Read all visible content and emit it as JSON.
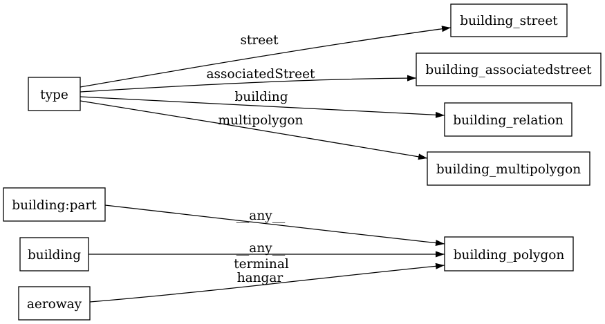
{
  "diagram": {
    "kind": "directed-graph",
    "background_color": "#ffffff",
    "node_fill_color": "#ffffff",
    "node_border_color": "#000000",
    "edge_color": "#000000",
    "text_color": "#000000",
    "nodes": [
      {
        "id": "type",
        "label": "type"
      },
      {
        "id": "building_street",
        "label": "building_street"
      },
      {
        "id": "building_associatedstreet",
        "label": "building_associatedstreet"
      },
      {
        "id": "building_relation",
        "label": "building_relation"
      },
      {
        "id": "building_multipolygon",
        "label": "building_multipolygon"
      },
      {
        "id": "building:part",
        "label": "building:part"
      },
      {
        "id": "building",
        "label": "building"
      },
      {
        "id": "aeroway",
        "label": "aeroway"
      },
      {
        "id": "building_polygon",
        "label": "building_polygon"
      }
    ],
    "edges": [
      {
        "from": "type",
        "to": "building_street",
        "label": "street"
      },
      {
        "from": "type",
        "to": "building_associatedstreet",
        "label": "associatedStreet"
      },
      {
        "from": "type",
        "to": "building_relation",
        "label": "building"
      },
      {
        "from": "type",
        "to": "building_multipolygon",
        "label": "multipolygon"
      },
      {
        "from": "building:part",
        "to": "building_polygon",
        "label": "__any__"
      },
      {
        "from": "building",
        "to": "building_polygon",
        "label": "__any__"
      },
      {
        "from": "aeroway",
        "to": "building_polygon",
        "label_lines": [
          "terminal",
          "hangar"
        ]
      }
    ]
  }
}
